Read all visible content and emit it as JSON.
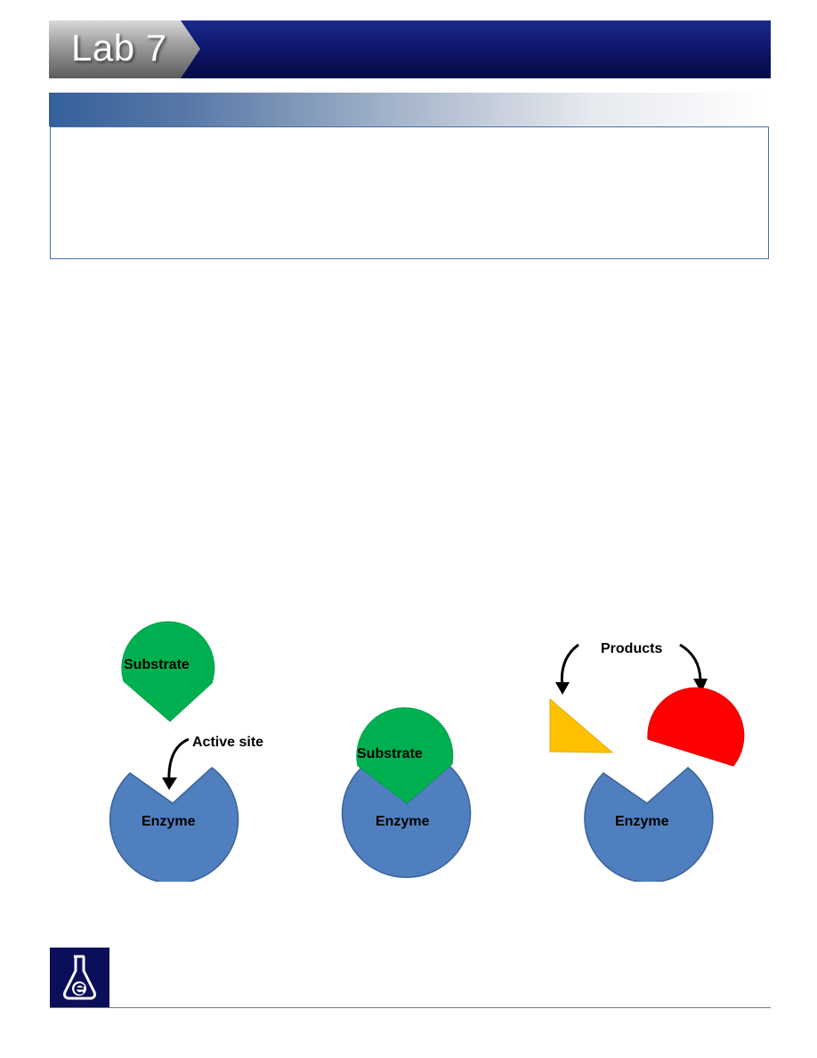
{
  "header": {
    "lab_title": "Lab 7"
  },
  "diagram": {
    "stage1": {
      "substrate_label": "Substrate",
      "active_site_label": "Active site",
      "enzyme_label": "Enzyme"
    },
    "stage2": {
      "substrate_label": "Substrate",
      "enzyme_label": "Enzyme"
    },
    "stage3": {
      "products_label": "Products",
      "enzyme_label": "Enzyme"
    },
    "colors": {
      "enzyme": "#4f7fbf",
      "substrate": "#00b050",
      "product_triangle": "#ffc000",
      "product_semicircle": "#ff0000"
    }
  },
  "footer": {
    "logo_icon": "flask-e-icon"
  }
}
